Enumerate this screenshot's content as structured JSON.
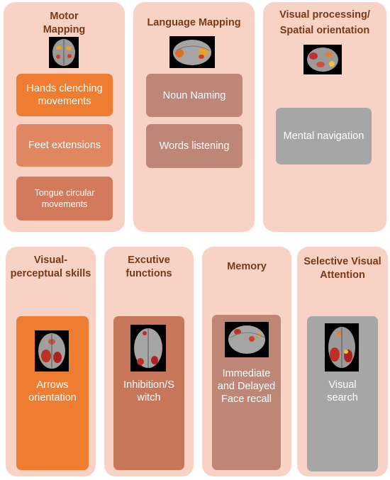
{
  "colors": {
    "panel": "#f8d3c5",
    "title": "#7a3a17",
    "orange": "#ee7d31",
    "salmon": "#e08660",
    "terracotta": "#d37a5d",
    "mauve": "#be8677",
    "rust": "#c8765a",
    "gray": "#a6a6a6"
  },
  "panels": [
    {
      "title": "Motor\nMapping",
      "boxes": [
        "Hands clenching movements",
        "Feet extensions",
        "Tongue circular movements"
      ]
    },
    {
      "title": "Language Mapping",
      "boxes": [
        "Noun Naming",
        "Words listening"
      ]
    },
    {
      "title": "Visual processing/\nSpatial orientation",
      "boxes": [
        "Mental navigation"
      ]
    },
    {
      "title": "Visual-\nperceptual skills",
      "boxes": [
        "Arrows orientation"
      ]
    },
    {
      "title": "Excutive\nfunctions",
      "boxes": [
        "Inhibition/S witch"
      ]
    },
    {
      "title": "Memory",
      "boxes": [
        "Immediate and Delayed Face recall"
      ]
    },
    {
      "title": "Selective Visual\nAttention",
      "boxes": [
        "Visual search"
      ]
    }
  ],
  "icons": [
    "brain-scan-icon"
  ]
}
